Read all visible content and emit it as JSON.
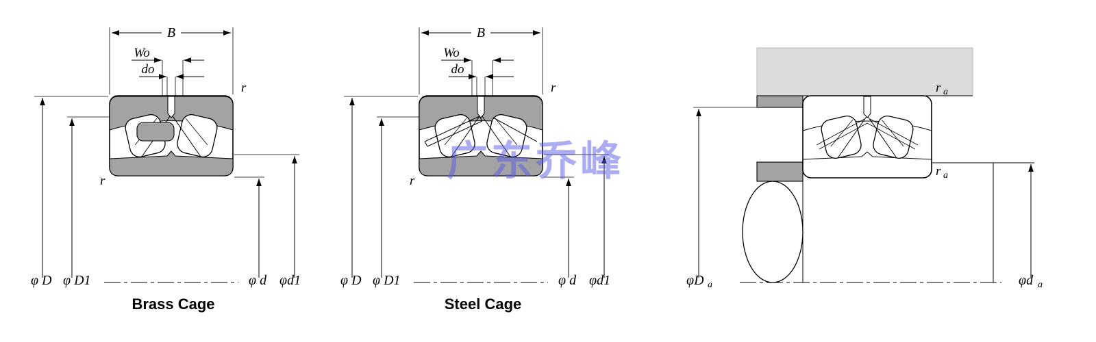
{
  "watermark": {
    "text": "广东乔峰",
    "color": "#5a5ae6"
  },
  "colors": {
    "ring_gray": "#a3a3a3",
    "housing_gray": "#dcdcdc",
    "line_black": "#000000"
  },
  "brass_cage": {
    "caption": "Brass Cage",
    "labels": {
      "B": "B",
      "Wo": "Wo",
      "do": "do",
      "r_top": "r",
      "r_bottom": "r",
      "phi_D": "φ D",
      "phi_D1": "φ D1",
      "phi_d": "φ d",
      "phi_d1": "φd1"
    }
  },
  "steel_cage": {
    "caption": "Steel Cage",
    "labels": {
      "B": "B",
      "Wo": "Wo",
      "do": "do",
      "r_top": "r",
      "r_bottom": "r",
      "phi_D": "φ D",
      "phi_D1": "φ D1",
      "phi_d": "φ d",
      "phi_d1": "φd1"
    }
  },
  "mounted": {
    "labels": {
      "ra_top": {
        "base": "r",
        "sub": "a"
      },
      "ra_bottom": {
        "base": "r",
        "sub": "a"
      },
      "phi_Da": {
        "base": "φD",
        "sub": "a"
      },
      "phi_da": {
        "base": "φd",
        "sub": "a"
      }
    }
  }
}
